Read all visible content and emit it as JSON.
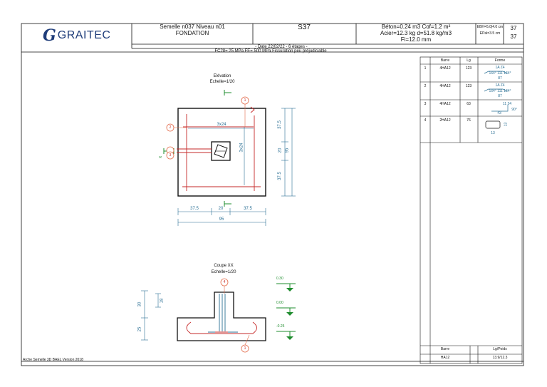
{
  "header": {
    "logo_letter": "G",
    "logo_text": "GRAITEC",
    "title_line1": "Semelle n037 Niveau n01",
    "title_line2": "FONDATION",
    "ref": "S37",
    "beton": "Béton=0.24 m3 Cof=1.2 m²",
    "acier": "Acier=12.3 kg d=51.8 kg/m3",
    "fi": "Fi=12.0 mm",
    "enrobage1": "EBH=5.0|4.0 cm",
    "enrobage2": "EPal=3.5 cm",
    "page_num": "37",
    "page_den": "37",
    "date_line": "- Date 22/02/22 - 6 étages -",
    "material_line": "FC28= 25 MPa FE= 500 MPa Fissuration peu préjudiciable"
  },
  "elevation": {
    "title": "Elévation",
    "scale": "Echelle=1/20",
    "top_dim": "3x24",
    "right_dim": "3x24",
    "right_dims": [
      "37.5",
      "20",
      "37.5"
    ],
    "right_total": "95",
    "bottom_dims": [
      "37.5",
      "20",
      "37.5"
    ],
    "bottom_total": "95",
    "marker_1": "1",
    "marker_2": "2",
    "marker_3": "3",
    "section_letter": "X"
  },
  "coupe": {
    "title": "Coupe XX",
    "scale": "Echelle=1/20",
    "left_dims": [
      "30",
      "25"
    ],
    "inner_dim": "18",
    "marker_4": "4",
    "marker_1": "1",
    "levels": [
      "0.30",
      "0.00",
      "-0.25"
    ]
  },
  "table": {
    "headers": [
      "Barre",
      "Lg",
      "Forme"
    ],
    "rows": [
      {
        "num": "1",
        "barre": "4HA12",
        "lg": "123",
        "forme_top": "1A    Z4",
        "forme_mid": "164°  111  164°",
        "forme_bot": "87"
      },
      {
        "num": "2",
        "barre": "4HA12",
        "lg": "123",
        "forme_top": "1A    Z4",
        "forme_mid": "164°  111  164°",
        "forme_bot": "87"
      },
      {
        "num": "3",
        "barre": "4HA12",
        "lg": "63",
        "forme_top": "11 24",
        "forme_mid": "90°",
        "forme_bot": "43"
      },
      {
        "num": "4",
        "barre": "2HA12",
        "lg": "76",
        "forme_top": "13",
        "forme_mid": "",
        "forme_bot": "13"
      }
    ],
    "footer_headers": [
      "Barre",
      "Lg/Poids"
    ],
    "footer_values": [
      "HA12",
      "13.9/12.3"
    ]
  },
  "footer": {
    "software": "Arche Semelle 3D BAEL Version 2018"
  },
  "colors": {
    "dimension": "#2a6f94",
    "rebar": "#c62828",
    "marker": "#e36b4a",
    "level": "#1e8c2d",
    "outline": "#111111"
  }
}
